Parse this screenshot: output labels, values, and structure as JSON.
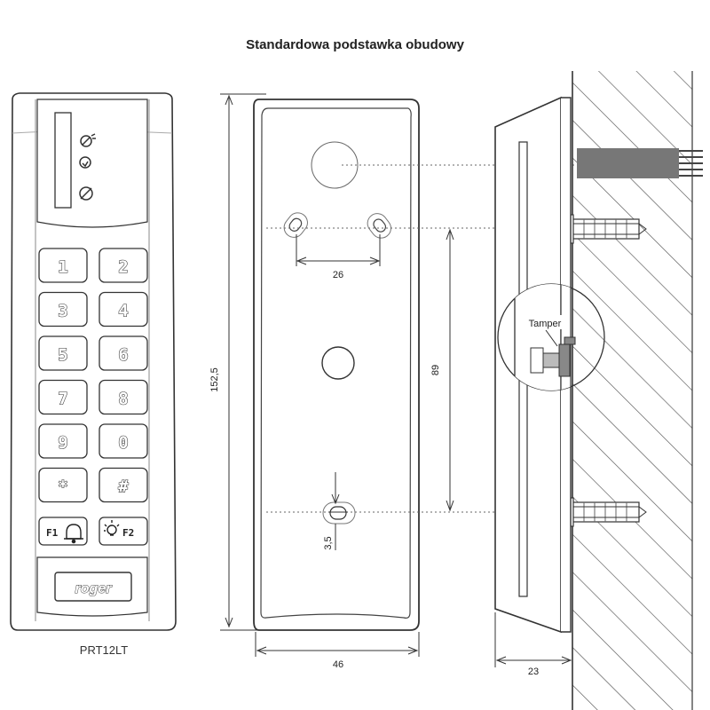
{
  "title": "Standardowa podstawka obudowy",
  "device": {
    "model": "PRT12LT",
    "brand": "roger",
    "keys": [
      "1",
      "2",
      "3",
      "4",
      "5",
      "6",
      "7",
      "8",
      "9",
      "0",
      "*",
      "#"
    ],
    "function_keys": [
      "F1",
      "F2"
    ],
    "icon_names": [
      "key-card-icon",
      "lock-open-icon",
      "padlock-icon",
      "bell-icon",
      "light-bulb-icon"
    ]
  },
  "base": {
    "dim_height": "152,5",
    "dim_width": "46",
    "dim_hole_spacing": "26",
    "dim_vertical_spacing": "89",
    "dim_slot_offset": "3,5"
  },
  "side": {
    "dim_depth": "23",
    "tamper_label": "Tamper"
  }
}
